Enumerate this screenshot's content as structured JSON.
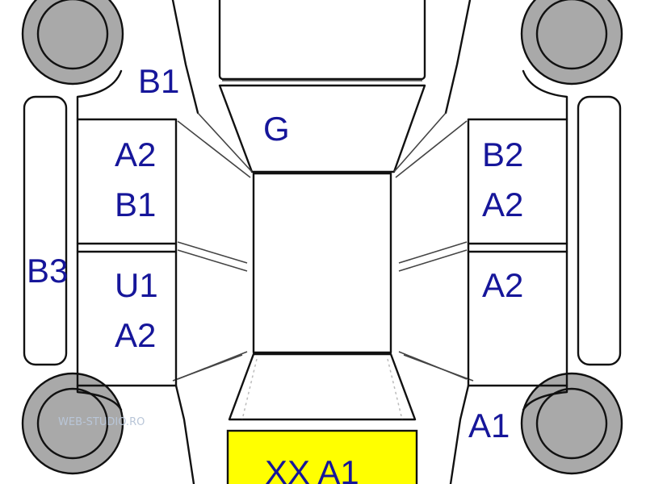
{
  "colors": {
    "label": "#16169a",
    "tire": "#a9a9a9",
    "highlight": "#ffff00",
    "outline": "#111111",
    "watermark": "#b9c6d8"
  },
  "labels": {
    "roof": "G",
    "front_left_fender": "B1",
    "left_front_door_1": "A2",
    "left_front_door_2": "B1",
    "left_rear_door_1": "U1",
    "left_rear_door_2": "A2",
    "left_sill": "B3",
    "right_front_door_1": "B2",
    "right_front_door_2": "A2",
    "right_rear_door_1": "A2",
    "rear_right": "A1",
    "rear_panel": "XX A1"
  },
  "watermark": "WEB-STUDIO.RO"
}
